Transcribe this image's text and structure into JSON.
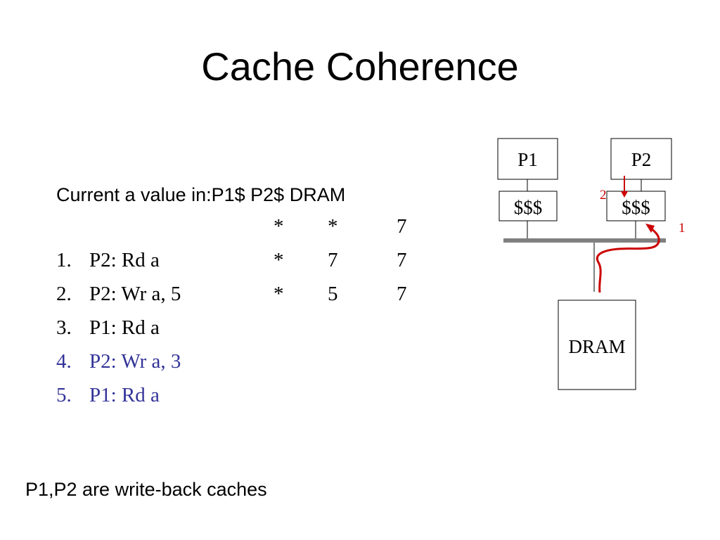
{
  "slide": {
    "title": "Cache Coherence",
    "header": "Current a value in:P1$ P2$ DRAM",
    "initial_state": {
      "num": "",
      "op": "",
      "p1": "*",
      "p2": "*",
      "dram": "7"
    },
    "steps": [
      {
        "num": "1.",
        "op": "P2: Rd a",
        "p1": "*",
        "p2": "7",
        "dram": "7",
        "highlight": false
      },
      {
        "num": "2.",
        "op": "P2: Wr a, 5",
        "p1": "*",
        "p2": "5",
        "dram": "7",
        "highlight": false
      },
      {
        "num": "3.",
        "op": "P1: Rd a",
        "p1": "",
        "p2": "",
        "dram": "",
        "highlight": false
      },
      {
        "num": "4.",
        "op": "P2: Wr  a, 3",
        "p1": "",
        "p2": "",
        "dram": "",
        "highlight": true
      },
      {
        "num": "5.",
        "op": "P1: Rd a",
        "p1": "",
        "p2": "",
        "dram": "",
        "highlight": true
      }
    ],
    "footer": "P1,P2 are write-back caches",
    "highlight_color": "#333399"
  },
  "diagram": {
    "processors": [
      "P1",
      "P2"
    ],
    "caches": [
      "$$$",
      "$$$"
    ],
    "memory": "DRAM",
    "arrow_labels": [
      "1",
      "2"
    ],
    "arrow_color": "#cc0000",
    "bus_color": "#808080"
  }
}
